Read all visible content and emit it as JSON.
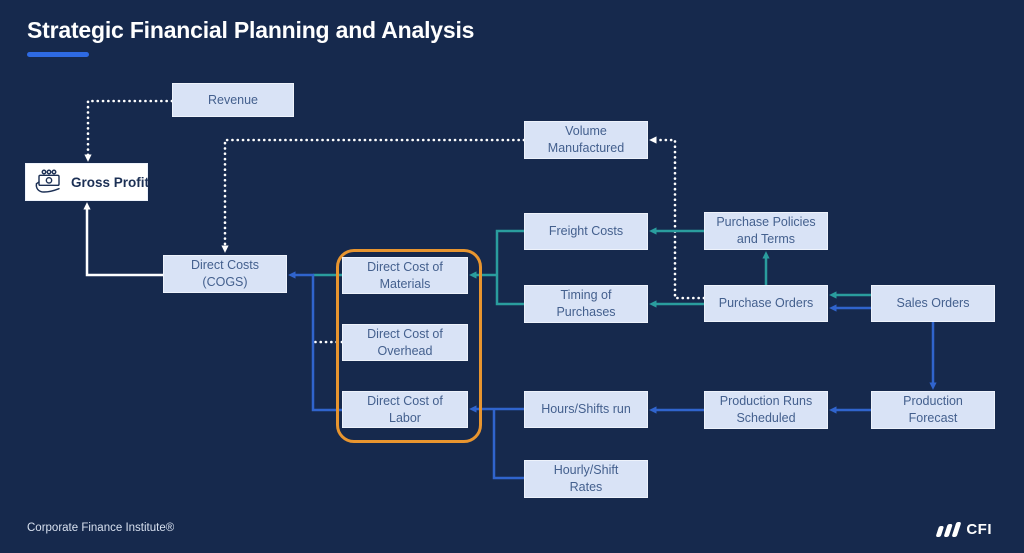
{
  "title": "Strategic Financial Planning and Analysis",
  "footer": {
    "credit": "Corporate Finance Institute®",
    "logo_text": "CFI"
  },
  "colors": {
    "background": "#16294d",
    "box_fill": "#d9e3f6",
    "box_text": "#44608e",
    "highlight_box_fill": "#ffffff",
    "highlight_box_text": "#1c3055",
    "teal_arrow": "#2a9d9e",
    "blue_arrow": "#3064cd",
    "white_arrow": "#ffffff",
    "group_outline": "#e8952f",
    "title_underline": "#2e6ae3"
  },
  "nodes": {
    "revenue": {
      "label": "Revenue"
    },
    "gross_profit": {
      "label": "Gross Profit"
    },
    "volume_manufactured": {
      "label": "Volume\nManufactured"
    },
    "freight_costs": {
      "label": "Freight Costs"
    },
    "timing_of_purchases": {
      "label": "Timing of\nPurchases"
    },
    "purchase_policies": {
      "label": "Purchase Policies\nand Terms"
    },
    "purchase_orders": {
      "label": "Purchase Orders"
    },
    "sales_orders": {
      "label": "Sales Orders"
    },
    "direct_costs": {
      "label": "Direct Costs\n(COGS)"
    },
    "direct_cost_materials": {
      "label": "Direct Cost of\nMaterials"
    },
    "direct_cost_overhead": {
      "label": "Direct Cost of\nOverhead"
    },
    "direct_cost_labor": {
      "label": "Direct Cost of\nLabor"
    },
    "hours_shifts_run": {
      "label": "Hours/Shifts run"
    },
    "hourly_shift_rates": {
      "label": "Hourly/Shift\nRates"
    },
    "production_runs_scheduled": {
      "label": "Production Runs\nScheduled"
    },
    "production_forecast": {
      "label": "Production\nForecast"
    }
  },
  "edges": [
    {
      "from": "Revenue",
      "to": "Gross Profit",
      "style": "dotted",
      "color": "white"
    },
    {
      "from": "Direct Costs (COGS)",
      "to": "Gross Profit",
      "style": "solid",
      "color": "white"
    },
    {
      "from": "Volume Manufactured",
      "to": "Direct Costs (COGS)",
      "style": "dotted",
      "color": "white"
    },
    {
      "from": "Purchase Orders",
      "to": "Volume Manufactured",
      "style": "dotted",
      "color": "white"
    },
    {
      "from": "Direct Cost of Overhead",
      "to": "Direct Costs (COGS)",
      "style": "dotted",
      "color": "white"
    },
    {
      "from": "Direct Cost of Materials",
      "to": "Direct Costs (COGS)",
      "style": "solid",
      "color": "teal"
    },
    {
      "from": "Direct Cost of Labor",
      "to": "Direct Costs (COGS)",
      "style": "solid",
      "color": "blue"
    },
    {
      "from": "Freight Costs",
      "to": "Direct Cost of Materials",
      "style": "solid",
      "color": "teal"
    },
    {
      "from": "Timing of Purchases",
      "to": "Direct Cost of Materials",
      "style": "solid",
      "color": "teal"
    },
    {
      "from": "Purchase Policies and Terms",
      "to": "Freight Costs",
      "style": "solid",
      "color": "teal"
    },
    {
      "from": "Purchase Orders",
      "to": "Purchase Policies and Terms",
      "style": "solid",
      "color": "teal"
    },
    {
      "from": "Purchase Orders",
      "to": "Timing of Purchases",
      "style": "solid",
      "color": "teal"
    },
    {
      "from": "Sales Orders",
      "to": "Purchase Orders",
      "style": "solid",
      "color": "teal"
    },
    {
      "from": "Sales Orders",
      "to": "Purchase Orders",
      "style": "solid",
      "color": "blue"
    },
    {
      "from": "Sales Orders",
      "to": "Production Forecast",
      "style": "solid",
      "color": "blue"
    },
    {
      "from": "Production Forecast",
      "to": "Production Runs Scheduled",
      "style": "solid",
      "color": "blue"
    },
    {
      "from": "Production Runs Scheduled",
      "to": "Hours/Shifts run",
      "style": "solid",
      "color": "blue"
    },
    {
      "from": "Hours/Shifts run",
      "to": "Direct Cost of Labor",
      "style": "solid",
      "color": "blue"
    },
    {
      "from": "Hourly/Shift Rates",
      "to": "Direct Cost of Labor",
      "style": "solid",
      "color": "blue"
    }
  ]
}
